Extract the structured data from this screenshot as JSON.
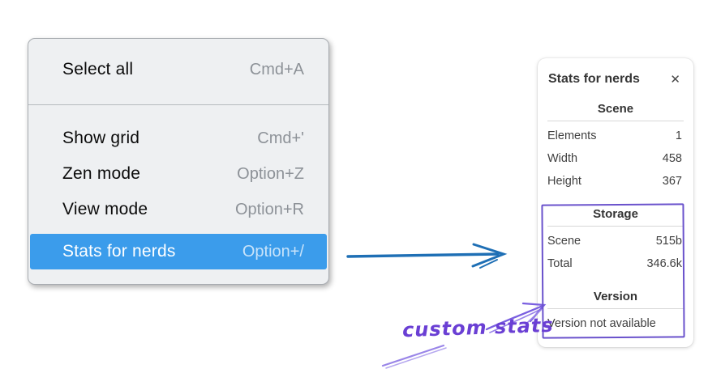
{
  "context_menu": {
    "groups": [
      {
        "items": [
          {
            "label": "Select all",
            "shortcut": "Cmd+A",
            "highlighted": false
          }
        ]
      },
      {
        "items": [
          {
            "label": "Show grid",
            "shortcut": "Cmd+'",
            "highlighted": false
          },
          {
            "label": "Zen mode",
            "shortcut": "Option+Z",
            "highlighted": false
          },
          {
            "label": "View mode",
            "shortcut": "Option+R",
            "highlighted": false
          },
          {
            "label": "Stats for nerds",
            "shortcut": "Option+/",
            "highlighted": true
          }
        ]
      }
    ],
    "highlight_color": "#3b9ceb"
  },
  "stats_panel": {
    "title": "Stats for nerds",
    "close_icon_glyph": "✕",
    "sections": [
      {
        "heading": "Scene",
        "rows": [
          {
            "label": "Elements",
            "value": "1"
          },
          {
            "label": "Width",
            "value": "458"
          },
          {
            "label": "Height",
            "value": "367"
          }
        ]
      },
      {
        "heading": "Storage",
        "rows": [
          {
            "label": "Scene",
            "value": "515b"
          },
          {
            "label": "Total",
            "value": "346.6k"
          }
        ]
      },
      {
        "heading": "Version",
        "rows": [
          {
            "label": "Version not available",
            "value": ""
          }
        ]
      }
    ]
  },
  "annotations": {
    "custom_stats_label": "custom stats",
    "text_color": "#6a3fd4",
    "box_color": "#6a52cc",
    "pointer_arrow_color": "#7a5fe0",
    "menu_arrow_color": "#1e6fb5"
  }
}
